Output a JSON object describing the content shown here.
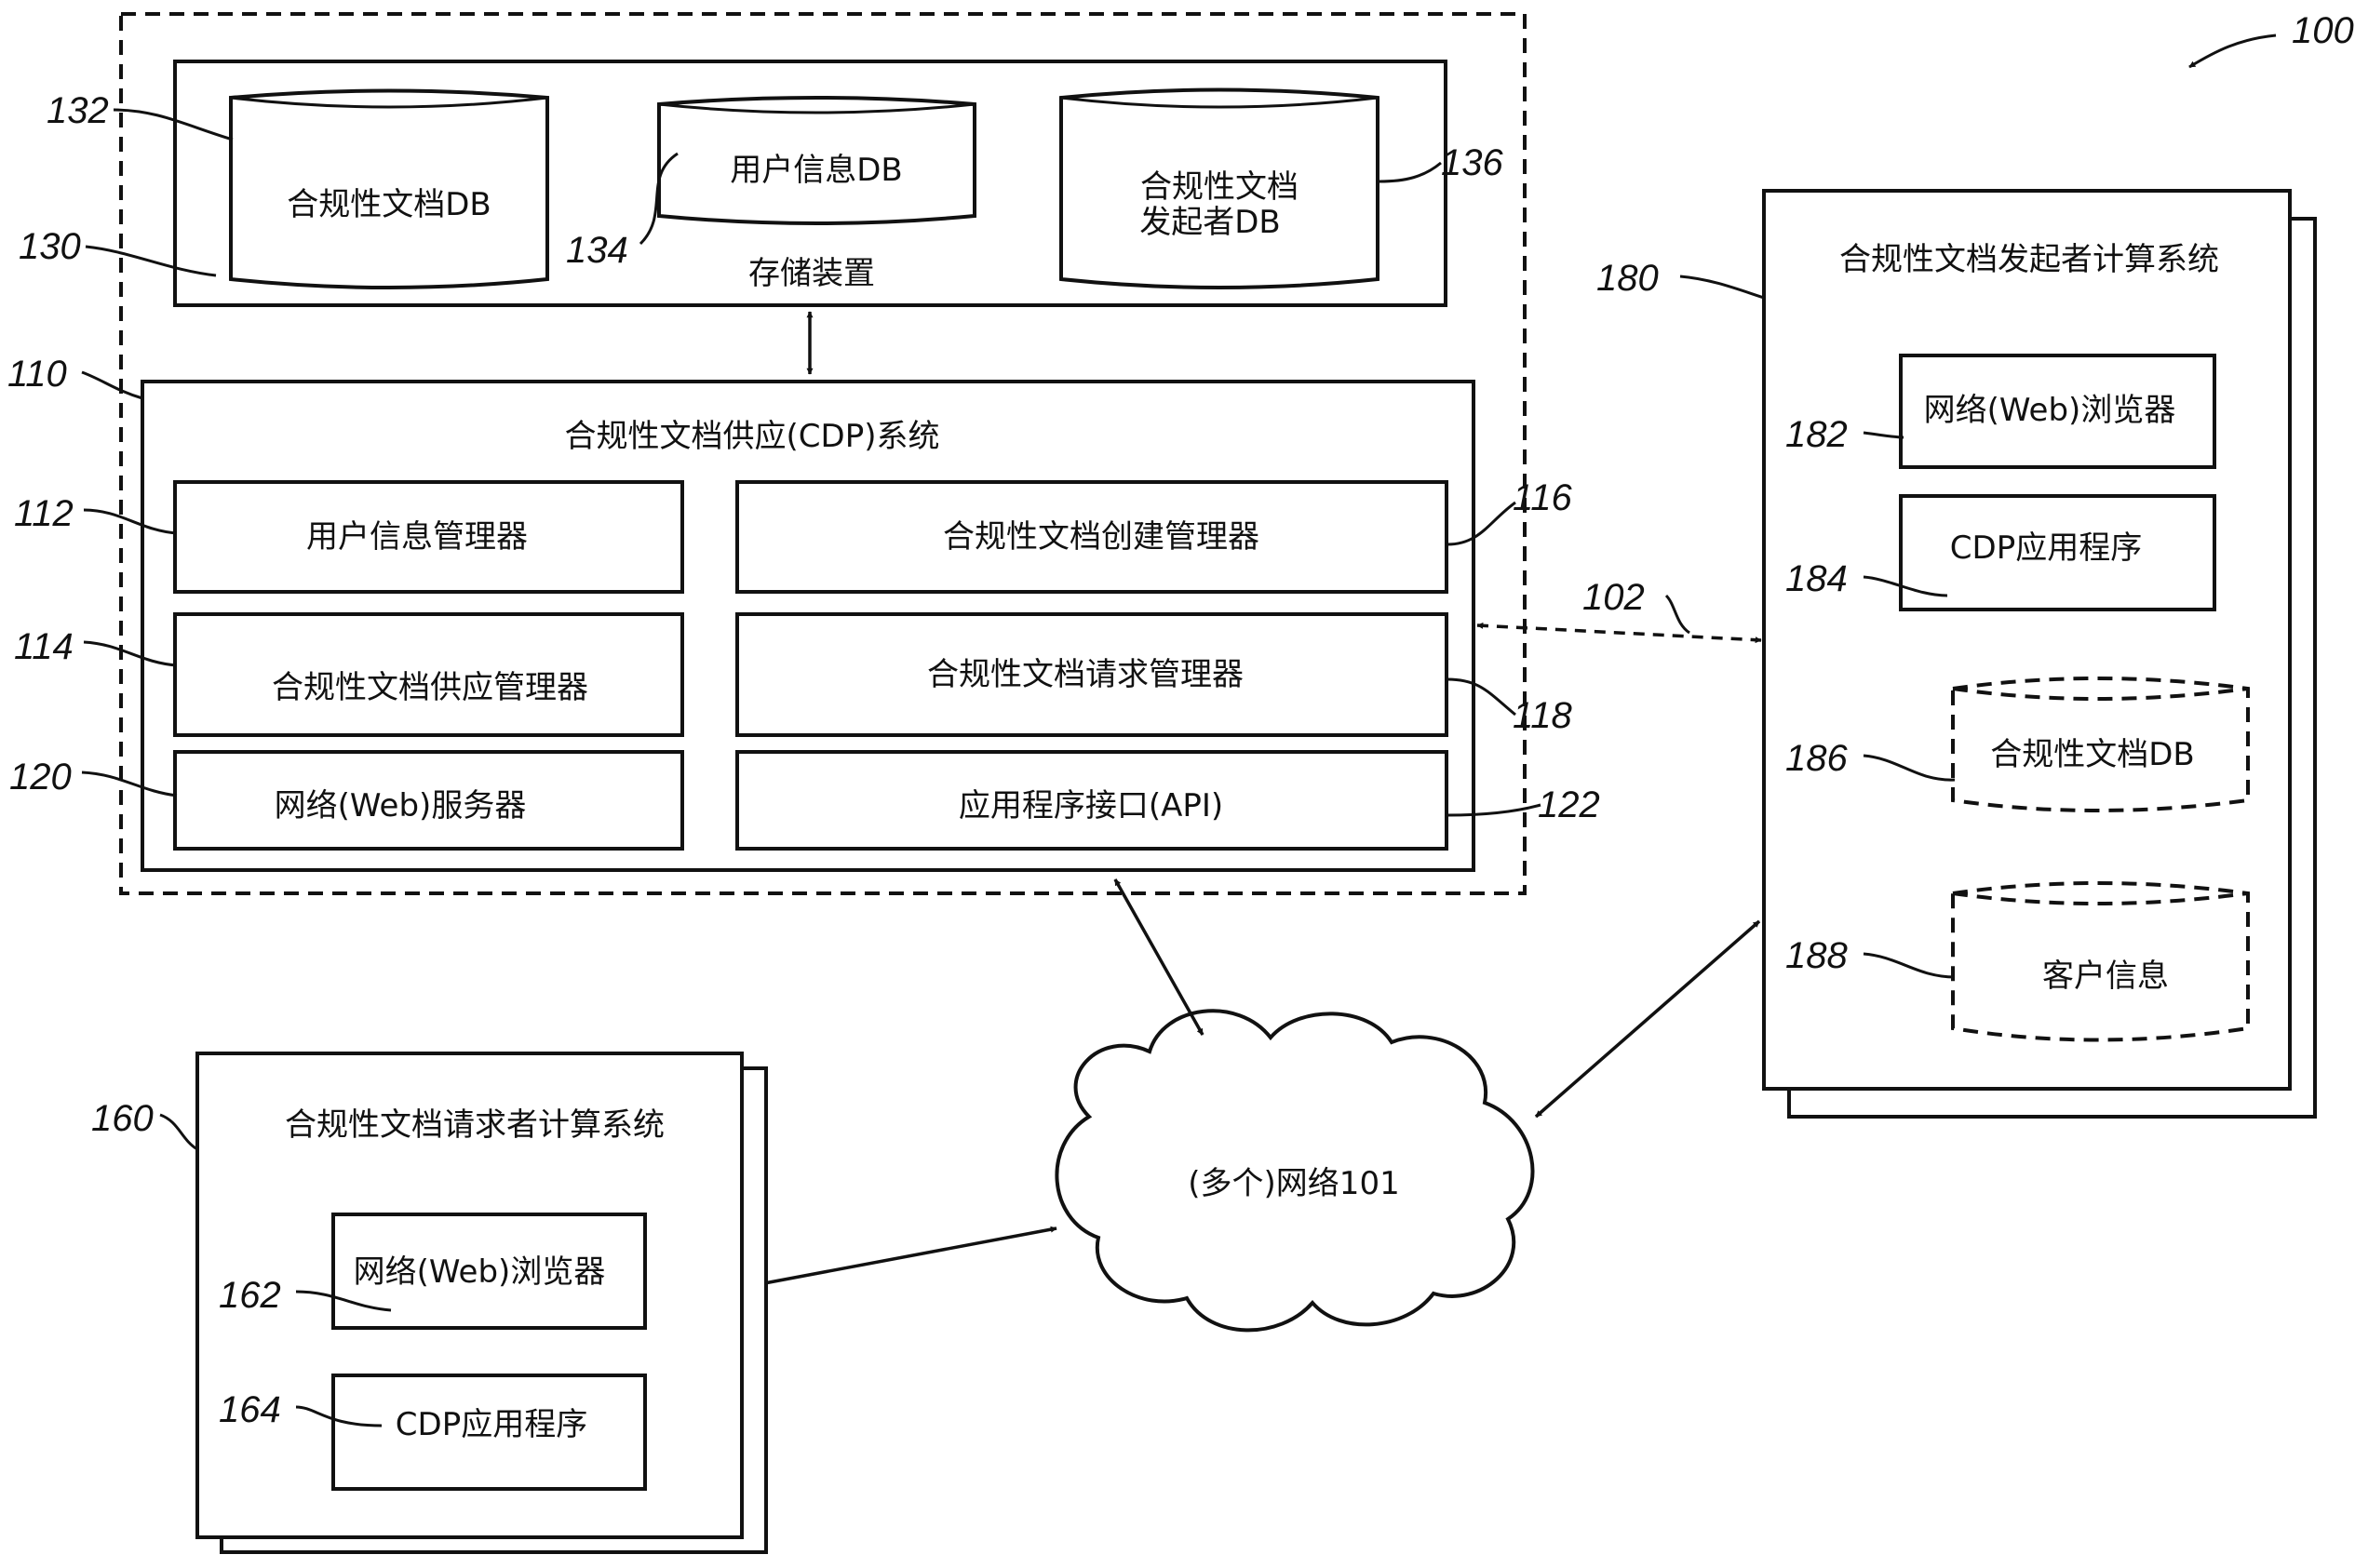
{
  "figure_number": "100",
  "storage": {
    "label": "存储装置",
    "ref": "130",
    "databases": [
      {
        "label": "合规性文档DB",
        "ref": "132"
      },
      {
        "label": "用户信息DB",
        "ref": "134"
      },
      {
        "label_line1": "合规性文档",
        "label_line2": "发起者DB",
        "ref": "136"
      }
    ]
  },
  "cdp_system": {
    "ref": "110",
    "title": "合规性文档供应(CDP)系统",
    "modules": [
      {
        "label": "用户信息管理器",
        "ref": "112"
      },
      {
        "label": "合规性文档创建管理器",
        "ref": "116"
      },
      {
        "label": "合规性文档供应管理器",
        "ref": "114"
      },
      {
        "label": "合规性文档请求管理器",
        "ref": "118"
      },
      {
        "label": "网络(Web)服务器",
        "ref": "120"
      },
      {
        "label": "应用程序接口(API)",
        "ref": "122"
      }
    ]
  },
  "originator": {
    "ref": "180",
    "title": "合规性文档发起者计算系统",
    "items": [
      {
        "label": "网络(Web)浏览器",
        "ref": "182"
      },
      {
        "label": "CDP应用程序",
        "ref": "184"
      },
      {
        "label": "合规性文档DB",
        "ref": "186"
      },
      {
        "label": "客户信息",
        "ref": "188"
      }
    ]
  },
  "requester": {
    "ref": "160",
    "title": "合规性文档请求者计算系统",
    "items": [
      {
        "label": "网络(Web)浏览器",
        "ref": "162"
      },
      {
        "label": "CDP应用程序",
        "ref": "164"
      }
    ]
  },
  "network": {
    "label": "(多个)网络101"
  },
  "link_ref": "102"
}
